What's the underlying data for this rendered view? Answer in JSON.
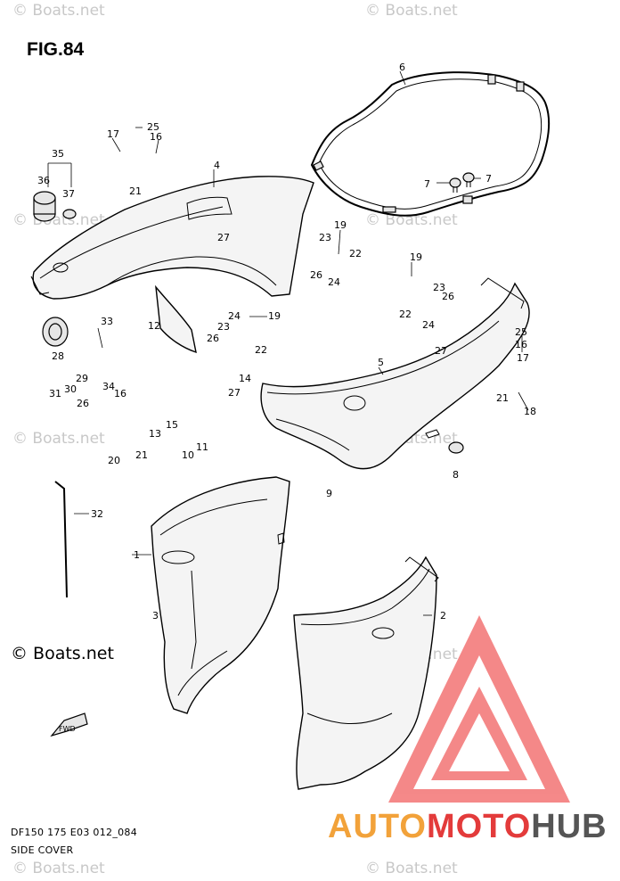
{
  "figure": {
    "title": "FIG.84",
    "code": "DF150 175 E03 012_084",
    "name": "SIDE COVER",
    "copyright": "© Boats.net"
  },
  "watermark": {
    "text": "© Boats.net"
  },
  "brand": {
    "part1": "AUTO",
    "part2": "MOTO",
    "part3": "HUB",
    "colors": {
      "auto": "#f2a23a",
      "moto": "#e33b3b",
      "hub": "#555555",
      "logo": "#f26b6b"
    }
  },
  "labels": [
    {
      "id": "l6",
      "text": "6"
    },
    {
      "id": "l25a",
      "text": "25"
    },
    {
      "id": "l17a",
      "text": "17"
    },
    {
      "id": "l16a",
      "text": "16"
    },
    {
      "id": "l35",
      "text": "35"
    },
    {
      "id": "l36",
      "text": "36"
    },
    {
      "id": "l37",
      "text": "37"
    },
    {
      "id": "l4",
      "text": "4"
    },
    {
      "id": "l21a",
      "text": "21"
    },
    {
      "id": "l27a",
      "text": "27"
    },
    {
      "id": "l7a",
      "text": "7"
    },
    {
      "id": "l7b",
      "text": "7"
    },
    {
      "id": "l19a",
      "text": "19"
    },
    {
      "id": "l23a",
      "text": "23"
    },
    {
      "id": "l22a",
      "text": "22"
    },
    {
      "id": "l26a",
      "text": "26"
    },
    {
      "id": "l24a",
      "text": "24"
    },
    {
      "id": "l19b",
      "text": "19"
    },
    {
      "id": "l23b",
      "text": "23"
    },
    {
      "id": "l26b",
      "text": "26"
    },
    {
      "id": "l22b",
      "text": "22"
    },
    {
      "id": "l24b",
      "text": "24"
    },
    {
      "id": "l27b",
      "text": "27"
    },
    {
      "id": "l33",
      "text": "33"
    },
    {
      "id": "l12",
      "text": "12"
    },
    {
      "id": "l24c",
      "text": "24"
    },
    {
      "id": "l19c",
      "text": "19"
    },
    {
      "id": "l23c",
      "text": "23"
    },
    {
      "id": "l26c",
      "text": "26"
    },
    {
      "id": "l22c",
      "text": "22"
    },
    {
      "id": "l28",
      "text": "28"
    },
    {
      "id": "l29",
      "text": "29"
    },
    {
      "id": "l5",
      "text": "5"
    },
    {
      "id": "l25b",
      "text": "25"
    },
    {
      "id": "l16b",
      "text": "16"
    },
    {
      "id": "l17b",
      "text": "17"
    },
    {
      "id": "l31",
      "text": "31"
    },
    {
      "id": "l30",
      "text": "30"
    },
    {
      "id": "l34",
      "text": "34"
    },
    {
      "id": "l16c",
      "text": "16"
    },
    {
      "id": "l27c",
      "text": "27"
    },
    {
      "id": "l14",
      "text": "14"
    },
    {
      "id": "l21b",
      "text": "21"
    },
    {
      "id": "l18",
      "text": "18"
    },
    {
      "id": "l26d",
      "text": "26"
    },
    {
      "id": "l15",
      "text": "15"
    },
    {
      "id": "l13",
      "text": "13"
    },
    {
      "id": "l11",
      "text": "11"
    },
    {
      "id": "l20",
      "text": "20"
    },
    {
      "id": "l21c",
      "text": "21"
    },
    {
      "id": "l10",
      "text": "10"
    },
    {
      "id": "l8",
      "text": "8"
    },
    {
      "id": "l9",
      "text": "9"
    },
    {
      "id": "l32",
      "text": "32"
    },
    {
      "id": "l1",
      "text": "1"
    },
    {
      "id": "l2",
      "text": "2"
    },
    {
      "id": "l3",
      "text": "3"
    },
    {
      "id": "lfwd",
      "text": "FWD"
    }
  ]
}
